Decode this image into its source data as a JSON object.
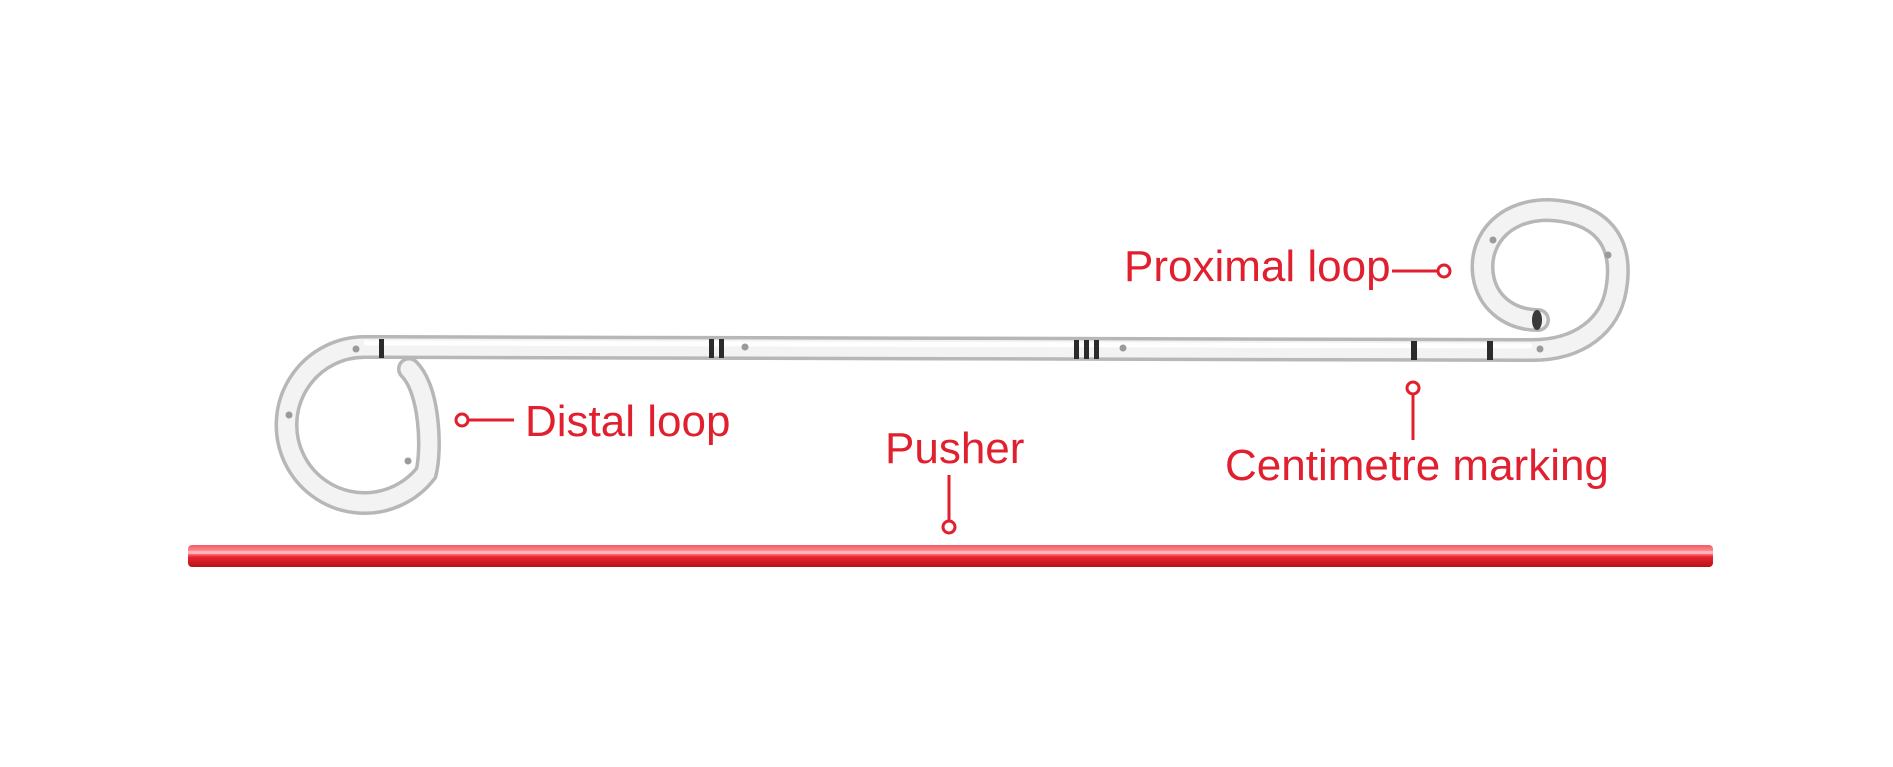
{
  "labels": {
    "proximal_loop": "Proximal loop",
    "distal_loop": "Distal loop",
    "pusher": "Pusher",
    "centimetre_marking": "Centimetre marking"
  },
  "colors": {
    "label": "#e0202e",
    "pusher": "#e8232f",
    "stent_body": "#ededed",
    "stent_edge": "#b7b7b7",
    "marking": "#2b2b2b"
  },
  "components": [
    "ureteral stent with distal and proximal pigtail loops",
    "pusher rod"
  ]
}
